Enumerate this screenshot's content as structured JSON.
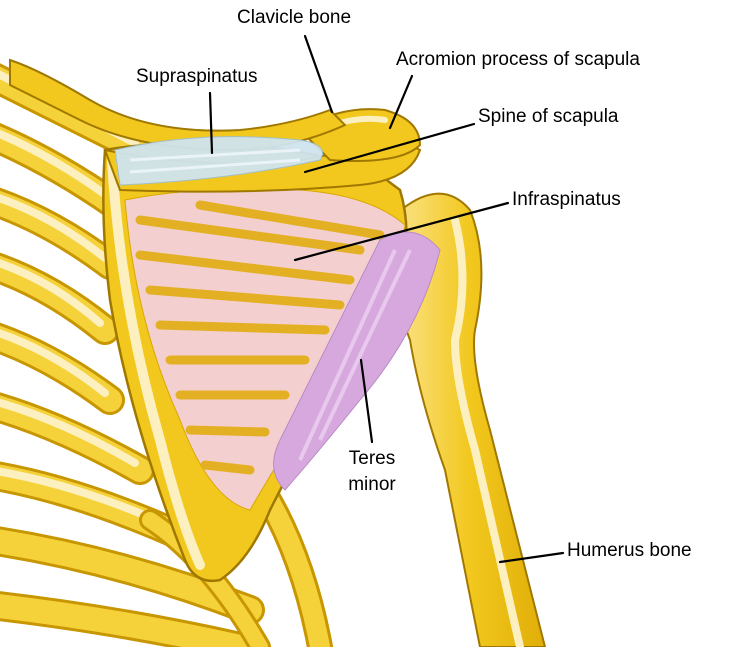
{
  "labels": {
    "clavicle": "Clavicle bone",
    "acromion": "Acromion process of scapula",
    "supraspinatus": "Supraspinatus",
    "spine": "Spine of scapula",
    "infraspinatus": "Infraspinatus",
    "teres_line1": "Teres",
    "teres_line2": "minor",
    "humerus": "Humerus bone"
  },
  "colors": {
    "bone": "#f2c81e",
    "bone_dark": "#d9a800",
    "bone_outline": "#a07800",
    "bone_highlight": "#fdf0c0",
    "muscle_pink": "#f3cfcf",
    "muscle_purple": "#d6a8dd",
    "supraspinatus_blue": "#cfe4ef",
    "leader_line": "#000000"
  }
}
